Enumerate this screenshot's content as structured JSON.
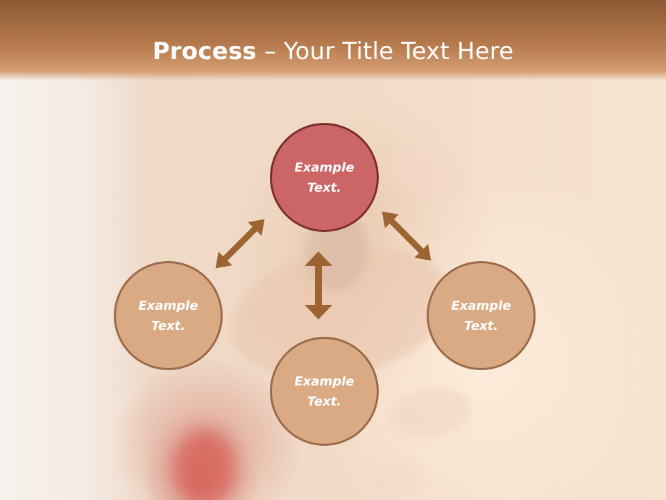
{
  "slide": {
    "title_bold": "Process",
    "title_rest": " – Your Title Text Here",
    "nodes": {
      "top": {
        "line1": "Example",
        "line2": "Text."
      },
      "left": {
        "line1": "Example",
        "line2": "Text."
      },
      "right": {
        "line1": "Example",
        "line2": "Text."
      },
      "bottom": {
        "line1": "Example",
        "line2": "Text."
      }
    },
    "arrows": [
      {
        "name": "double-arrow-top-left",
        "icon": "double-headed-arrow"
      },
      {
        "name": "double-arrow-top-right",
        "icon": "double-headed-arrow"
      },
      {
        "name": "double-arrow-vertical",
        "icon": "double-headed-arrow"
      }
    ]
  },
  "colors": {
    "title_bar": "#a56c42",
    "title_text": "#ffffff",
    "top_node_fill": "#cc6566",
    "top_node_border": "#7c2d2f",
    "tan_node_fill": "#d9aa84",
    "tan_node_border": "#9b6a4b",
    "arrow": "#9b6430"
  }
}
